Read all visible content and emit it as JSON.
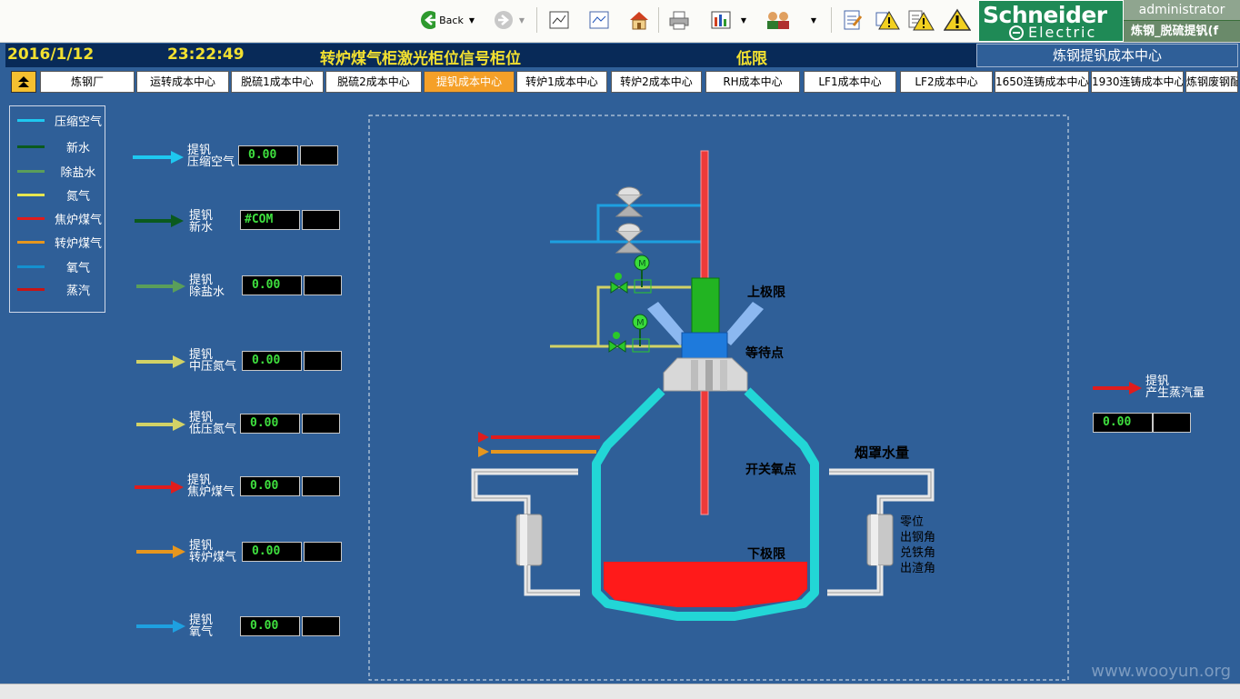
{
  "toolbar": {
    "back_label": "Back",
    "user": "administrator",
    "user_sub": "炼钢_脱硫提钒(f",
    "brand": "Schneider",
    "brand_sub": "Electric",
    "icons": [
      "back-icon",
      "forward-icon",
      "trend-icon",
      "chart-icon",
      "home-icon",
      "print-icon",
      "report-icon",
      "users-icon",
      "notepad-icon",
      "alarm-icon",
      "alarm-list-icon",
      "warning-icon"
    ]
  },
  "header": {
    "date": "2016/1/12",
    "time": "23:22:49",
    "alarm_message": "转炉煤气柜激光柜位信号柜位",
    "alarm_level": "低限",
    "center_title": "炼钢提钒成本中心"
  },
  "tabs": [
    "炼钢厂",
    "运转成本中心",
    "脱硫1成本中心",
    "脱硫2成本中心",
    "提钒成本中心",
    "转炉1成本中心",
    "转炉2成本中心",
    "RH成本中心",
    "LF1成本中心",
    "LF2成本中心",
    "1650连铸成本中心",
    "1930连铸成本中心",
    "炼钢废钢配"
  ],
  "active_tab": "提钒成本中心",
  "legend": [
    {
      "label": "压缩空气",
      "color": "#1ec8f0"
    },
    {
      "label": "新水",
      "color": "#0a5a1e"
    },
    {
      "label": "除盐水",
      "color": "#5a9e5a"
    },
    {
      "label": "氮气",
      "color": "#e6e650"
    },
    {
      "label": "焦炉煤气",
      "color": "#e01c1c"
    },
    {
      "label": "转炉煤气",
      "color": "#e6961e"
    },
    {
      "label": "氧气",
      "color": "#1490d0"
    },
    {
      "label": "蒸汽",
      "color": "#c81414"
    }
  ],
  "flows": [
    {
      "line1": "提钒",
      "line2": "压缩空气",
      "value": "0.00",
      "color": "#1ec8f0"
    },
    {
      "line1": "提钒",
      "line2": "新水",
      "value": "#COM",
      "color": "#0a5a1e"
    },
    {
      "line1": "提钒",
      "line2": "除盐水",
      "value": "0.00",
      "color": "#5a9e5a"
    },
    {
      "line1": "提钒",
      "line2": "中压氮气",
      "value": "0.00",
      "color": "#d2d266"
    },
    {
      "line1": "提钒",
      "line2": "低压氮气",
      "value": "0.00",
      "color": "#d2d266"
    },
    {
      "line1": "提钒",
      "line2": "焦炉煤气",
      "value": "0.00",
      "color": "#e01c1c"
    },
    {
      "line1": "提钒",
      "line2": "转炉煤气",
      "value": "0.00",
      "color": "#e6961e"
    },
    {
      "line1": "提钒",
      "line2": "氧气",
      "value": "0.00",
      "color": "#1ea0e0"
    }
  ],
  "steam": {
    "line1": "提钒",
    "line2": "产生蒸汽量",
    "value": "0.00"
  },
  "lance_points": {
    "upper_limit": "上极限",
    "wait_point": "等待点",
    "oxygen_switch": "开关氧点",
    "lower_limit": "下极限"
  },
  "hood_water": "烟罩水量",
  "tilt_positions": [
    "零位",
    "出钢角",
    "兑铁角",
    "出渣角"
  ],
  "watermark": "www.wooyun.org"
}
